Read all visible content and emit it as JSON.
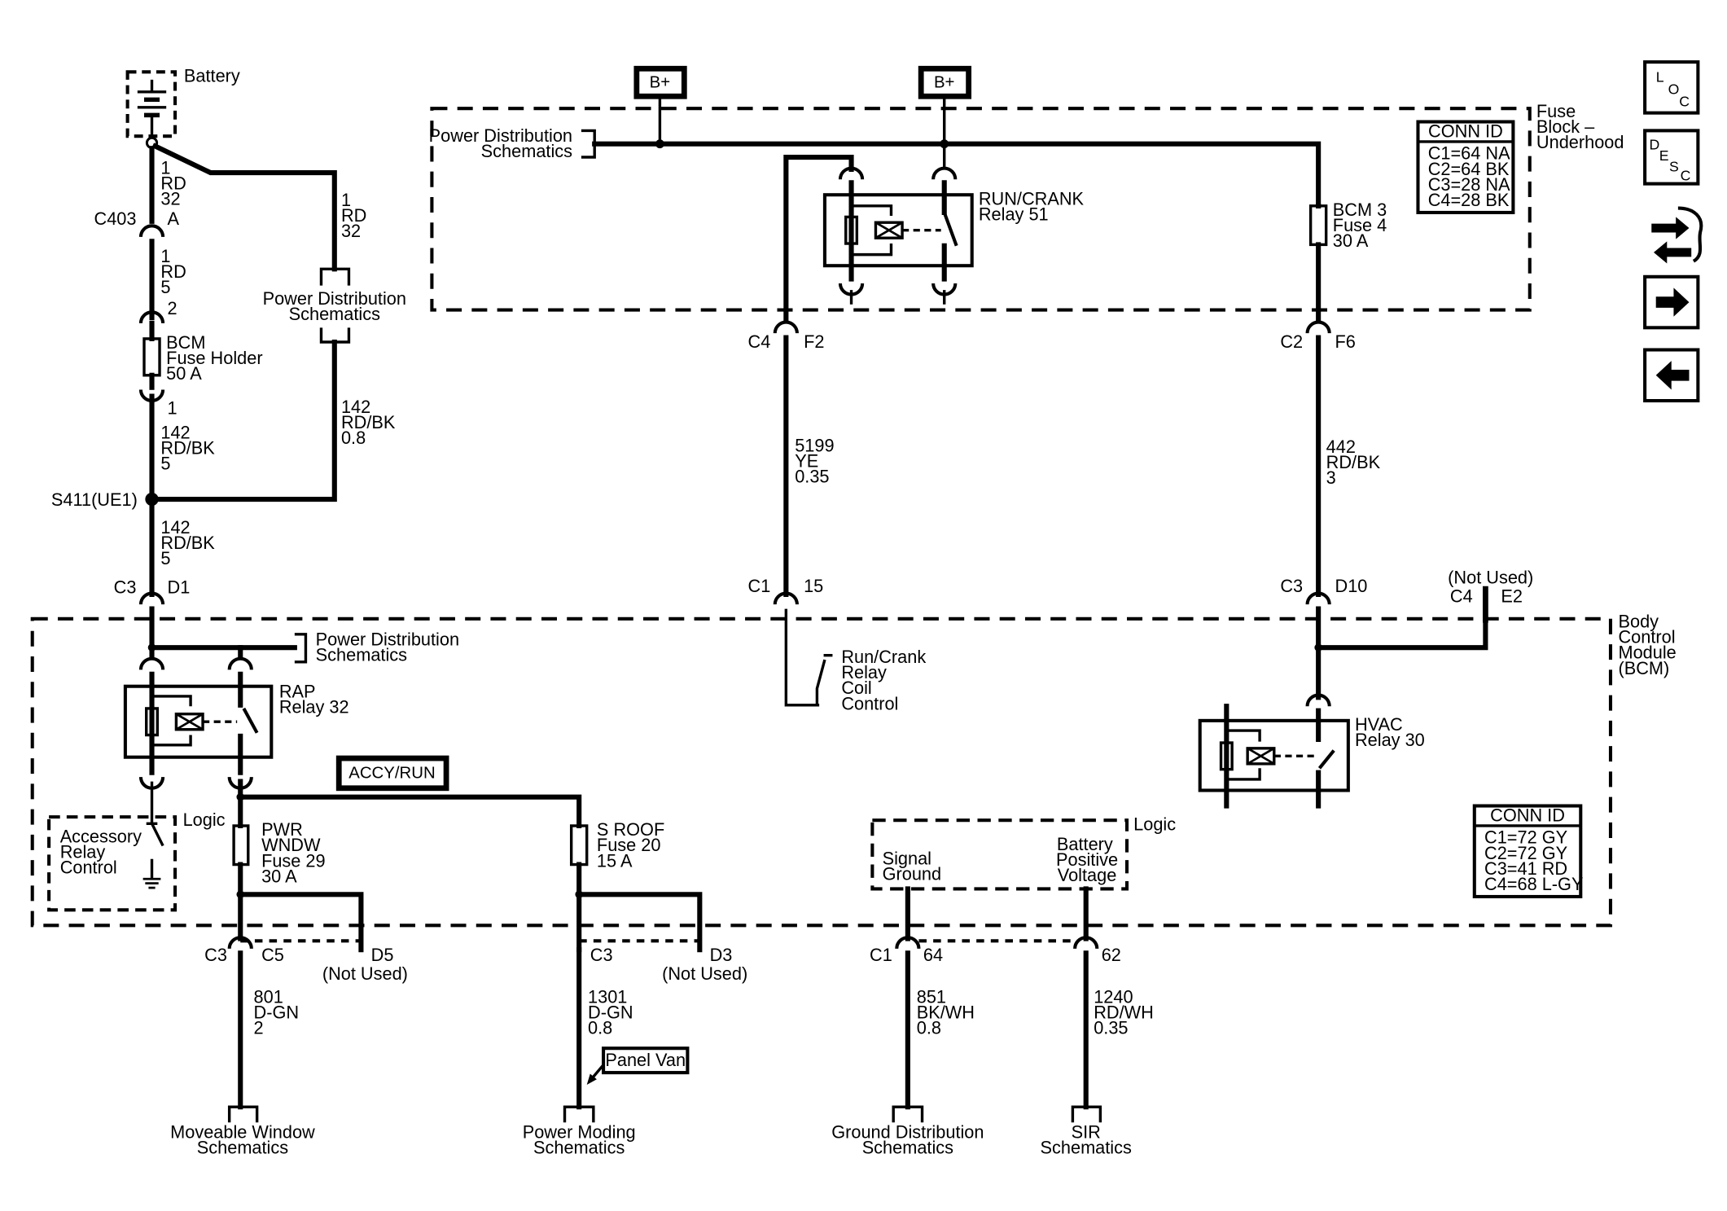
{
  "battery": {
    "label": "Battery"
  },
  "b_plus": [
    "B+",
    "B+"
  ],
  "power_dist_top": [
    "Power Distribution",
    "Schematics"
  ],
  "fuse_block": {
    "lines": [
      "Fuse",
      "Block –",
      "Underhood"
    ]
  },
  "bcm": {
    "lines": [
      "Body",
      "Control",
      "Module",
      "(BCM)"
    ]
  },
  "conn_id_top": {
    "title": "CONN ID",
    "rows": [
      "C1=64 NA",
      "C2=64 BK",
      "C3=28 NA",
      "C4=28 BK"
    ]
  },
  "conn_id_bcm": {
    "title": "CONN ID",
    "rows": [
      "C1=72 GY",
      "C2=72 GY",
      "C3=41 RD",
      "C4=68 L-GY"
    ]
  },
  "left_column": {
    "w1": [
      "1",
      "RD",
      "32"
    ],
    "c403": [
      "C403",
      "A"
    ],
    "w2": [
      "1",
      "RD",
      "5"
    ],
    "pin2": "2",
    "bcm_fuse": [
      "BCM",
      "Fuse Holder",
      "50 A"
    ],
    "pin1": "1",
    "w3": [
      "142",
      "RD/BK",
      "5"
    ],
    "splice": "S411(UE1)",
    "w4": [
      "142",
      "RD/BK",
      "5"
    ],
    "conn": [
      "C3",
      "D1"
    ]
  },
  "branch": {
    "w1": [
      "1",
      "RD",
      "32"
    ],
    "pd": [
      "Power Distribution",
      "Schematics"
    ],
    "w2": [
      "142",
      "RD/BK",
      "0.8"
    ]
  },
  "run_crank": {
    "relay": [
      "RUN/CRANK",
      "Relay 51"
    ],
    "conn_top": [
      "C4",
      "F2"
    ],
    "wire": [
      "5199",
      "YE",
      "0.35"
    ],
    "conn_bot": [
      "C1",
      "15"
    ],
    "switch": [
      "Run/Crank",
      "Relay",
      "Coil",
      "Control"
    ]
  },
  "bcm3": {
    "fuse": [
      "BCM 3",
      "Fuse 4",
      "30 A"
    ],
    "conn_top": [
      "C2",
      "F6"
    ],
    "wire": [
      "442",
      "RD/BK",
      "3"
    ],
    "conn_bot": [
      "C3",
      "D10"
    ],
    "not_used": [
      "(Not Used)",
      "C4",
      "E2"
    ],
    "hvac": [
      "HVAC",
      "Relay 30"
    ]
  },
  "rap": {
    "pd": [
      "Power Distribution",
      "Schematics"
    ],
    "relay": [
      "RAP",
      "Relay 32"
    ],
    "accy": "ACCY/RUN",
    "logic": "Logic",
    "acc": [
      "Accessory",
      "Relay",
      "Control"
    ]
  },
  "pwr_wndw": {
    "fuse": [
      "PWR",
      "WNDW",
      "Fuse 29",
      "30 A"
    ],
    "conn": [
      "C3",
      "C5",
      "D5",
      "(Not Used)"
    ],
    "wire": [
      "801",
      "D-GN",
      "2"
    ],
    "dest": [
      "Moveable Window",
      "Schematics"
    ]
  },
  "s_roof": {
    "fuse": [
      "S ROOF",
      "Fuse 20",
      "15 A"
    ],
    "conn": [
      "C3",
      "D3",
      "(Not Used)"
    ],
    "wire": [
      "1301",
      "D-GN",
      "0.8"
    ],
    "panel_van": "Panel Van",
    "dest": [
      "Power Moding",
      "Schematics"
    ]
  },
  "logic2": {
    "title": "Logic",
    "sg": [
      "Signal",
      "Ground"
    ],
    "bpv": [
      "Battery",
      "Positive",
      "Voltage"
    ],
    "conn": [
      "C1",
      "64",
      "62"
    ],
    "wire1": [
      "851",
      "BK/WH",
      "0.8"
    ],
    "wire2": [
      "1240",
      "RD/WH",
      "0.35"
    ],
    "dest1": [
      "Ground Distribution",
      "Schematics"
    ],
    "dest2": [
      "SIR",
      "Schematics"
    ]
  },
  "nav": {
    "loc": [
      "L",
      "O",
      "C"
    ],
    "desc": [
      "D",
      "E",
      "S",
      "C"
    ],
    "icons": [
      "loc-icon",
      "desc-icon",
      "connector-swap-icon",
      "arrow-right-icon",
      "arrow-left-icon"
    ]
  }
}
